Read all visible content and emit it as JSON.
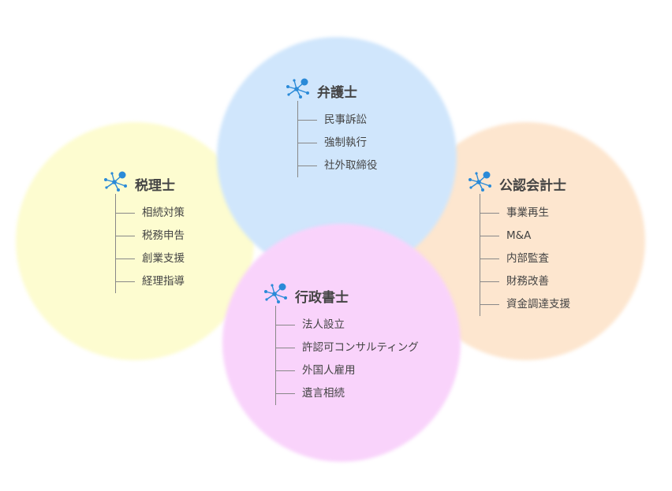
{
  "colors": {
    "yellow": "#fdfcd0",
    "blue": "#d0e6fc",
    "orange": "#fde6cf",
    "pink": "#f9d3fb",
    "icon": "#2a8ad8"
  },
  "groups": [
    {
      "title": "弁護士",
      "icon": "network-icon",
      "items": [
        "民事訴訟",
        "強制執行",
        "社外取締役"
      ]
    },
    {
      "title": "税理士",
      "icon": "network-icon",
      "items": [
        "相続対策",
        "税務申告",
        "創業支援",
        "経理指導"
      ]
    },
    {
      "title": "公認会計士",
      "icon": "network-icon",
      "items": [
        "事業再生",
        "M&A",
        "内部監査",
        "財務改善",
        "資金調達支援"
      ]
    },
    {
      "title": "行政書士",
      "icon": "network-icon",
      "items": [
        "法人設立",
        "許認可コンサルティング",
        "外国人雇用",
        "遺言相続"
      ]
    }
  ]
}
